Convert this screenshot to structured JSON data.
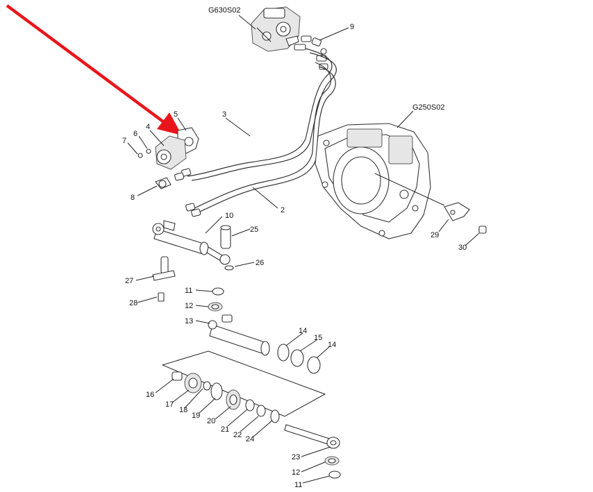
{
  "diagram": {
    "assembly_labels": {
      "top_valve": "G630S02",
      "gearbox": "G250S02"
    },
    "callouts": {
      "c2": "2",
      "c3": "3",
      "c4": "4",
      "c5": "5",
      "c6": "6",
      "c7": "7",
      "c8": "8",
      "c9": "9",
      "c10": "10",
      "c11a": "11",
      "c11b": "11",
      "c12a": "12",
      "c12b": "12",
      "c13": "13",
      "c14a": "14",
      "c14b": "14",
      "c15": "15",
      "c16": "16",
      "c17": "17",
      "c18": "18",
      "c19": "19",
      "c20": "20",
      "c21": "21",
      "c22": "22",
      "c23": "23",
      "c24": "24",
      "c25": "25",
      "c26": "26",
      "c27": "27",
      "c28": "28",
      "c29": "29",
      "c30": "30"
    },
    "colors": {
      "arrow": "#e8161b",
      "linework": "#222222",
      "background": "#ffffff"
    }
  }
}
